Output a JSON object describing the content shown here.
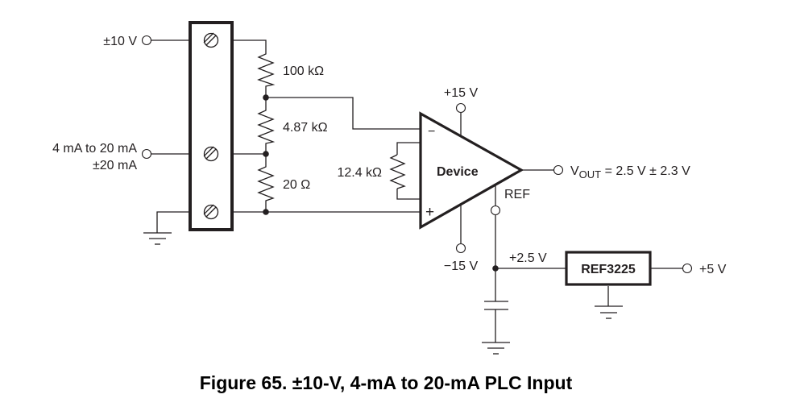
{
  "diagram": {
    "type": "circuit-schematic",
    "caption": "Figure 65.  ±10-V, 4-mA to 20-mA PLC Input",
    "inputs": {
      "voltage_input": "±10 V",
      "current_input_line1": "4 mA to 20 mA",
      "current_input_line2": "±20 mA"
    },
    "resistors": {
      "r_top": "100 kΩ",
      "r_mid": "4.87 kΩ",
      "r_shunt": "20 Ω",
      "r_gain": "12.4 kΩ"
    },
    "amplifier": {
      "label": "Device",
      "inverting_symbol": "−",
      "noninverting_symbol": "+",
      "positive_supply": "+15 V",
      "negative_supply": "−15 V",
      "ref_pin": "REF"
    },
    "output": {
      "prefix": "V",
      "subscript": "OUT",
      "expression": " = 2.5 V ± 2.3 V"
    },
    "reference": {
      "chip_label": "REF3225",
      "ref_voltage": "+2.5 V",
      "supply": "+5 V"
    }
  }
}
